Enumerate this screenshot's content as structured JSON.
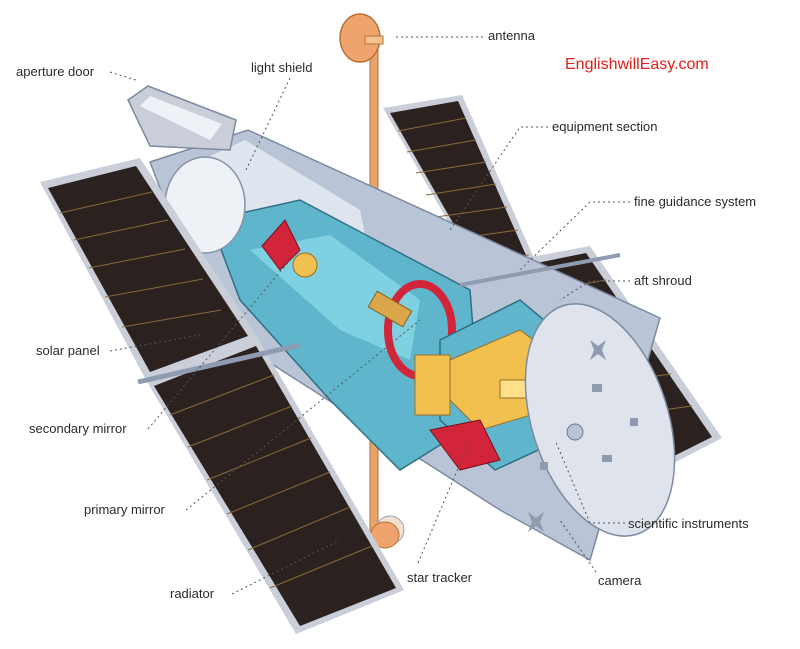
{
  "watermark": "EnglishwillEasy.com",
  "labels": {
    "antenna": "antenna",
    "aperture_door": "aperture door",
    "light_shield": "light shield",
    "equipment_section": "equipment section",
    "fine_guidance_system": "fine guidance system",
    "aft_shroud": "aft shroud",
    "solar_panel": "solar panel",
    "secondary_mirror": "secondary mirror",
    "primary_mirror": "primary mirror",
    "scientific_instruments": "scientific instruments",
    "radiator": "radiator",
    "star_tracker": "star tracker",
    "camera": "camera"
  },
  "colors": {
    "panel": "#2b2220",
    "panel_line": "#8a6a3a",
    "frame": "#c9ced8",
    "tube": "#b9c4d6",
    "interior": "#5fb6cc",
    "mast": "#e7a46a",
    "instrument": "#f2c04e",
    "mirror_red": "#d3253a",
    "brand": "#e0201a"
  }
}
